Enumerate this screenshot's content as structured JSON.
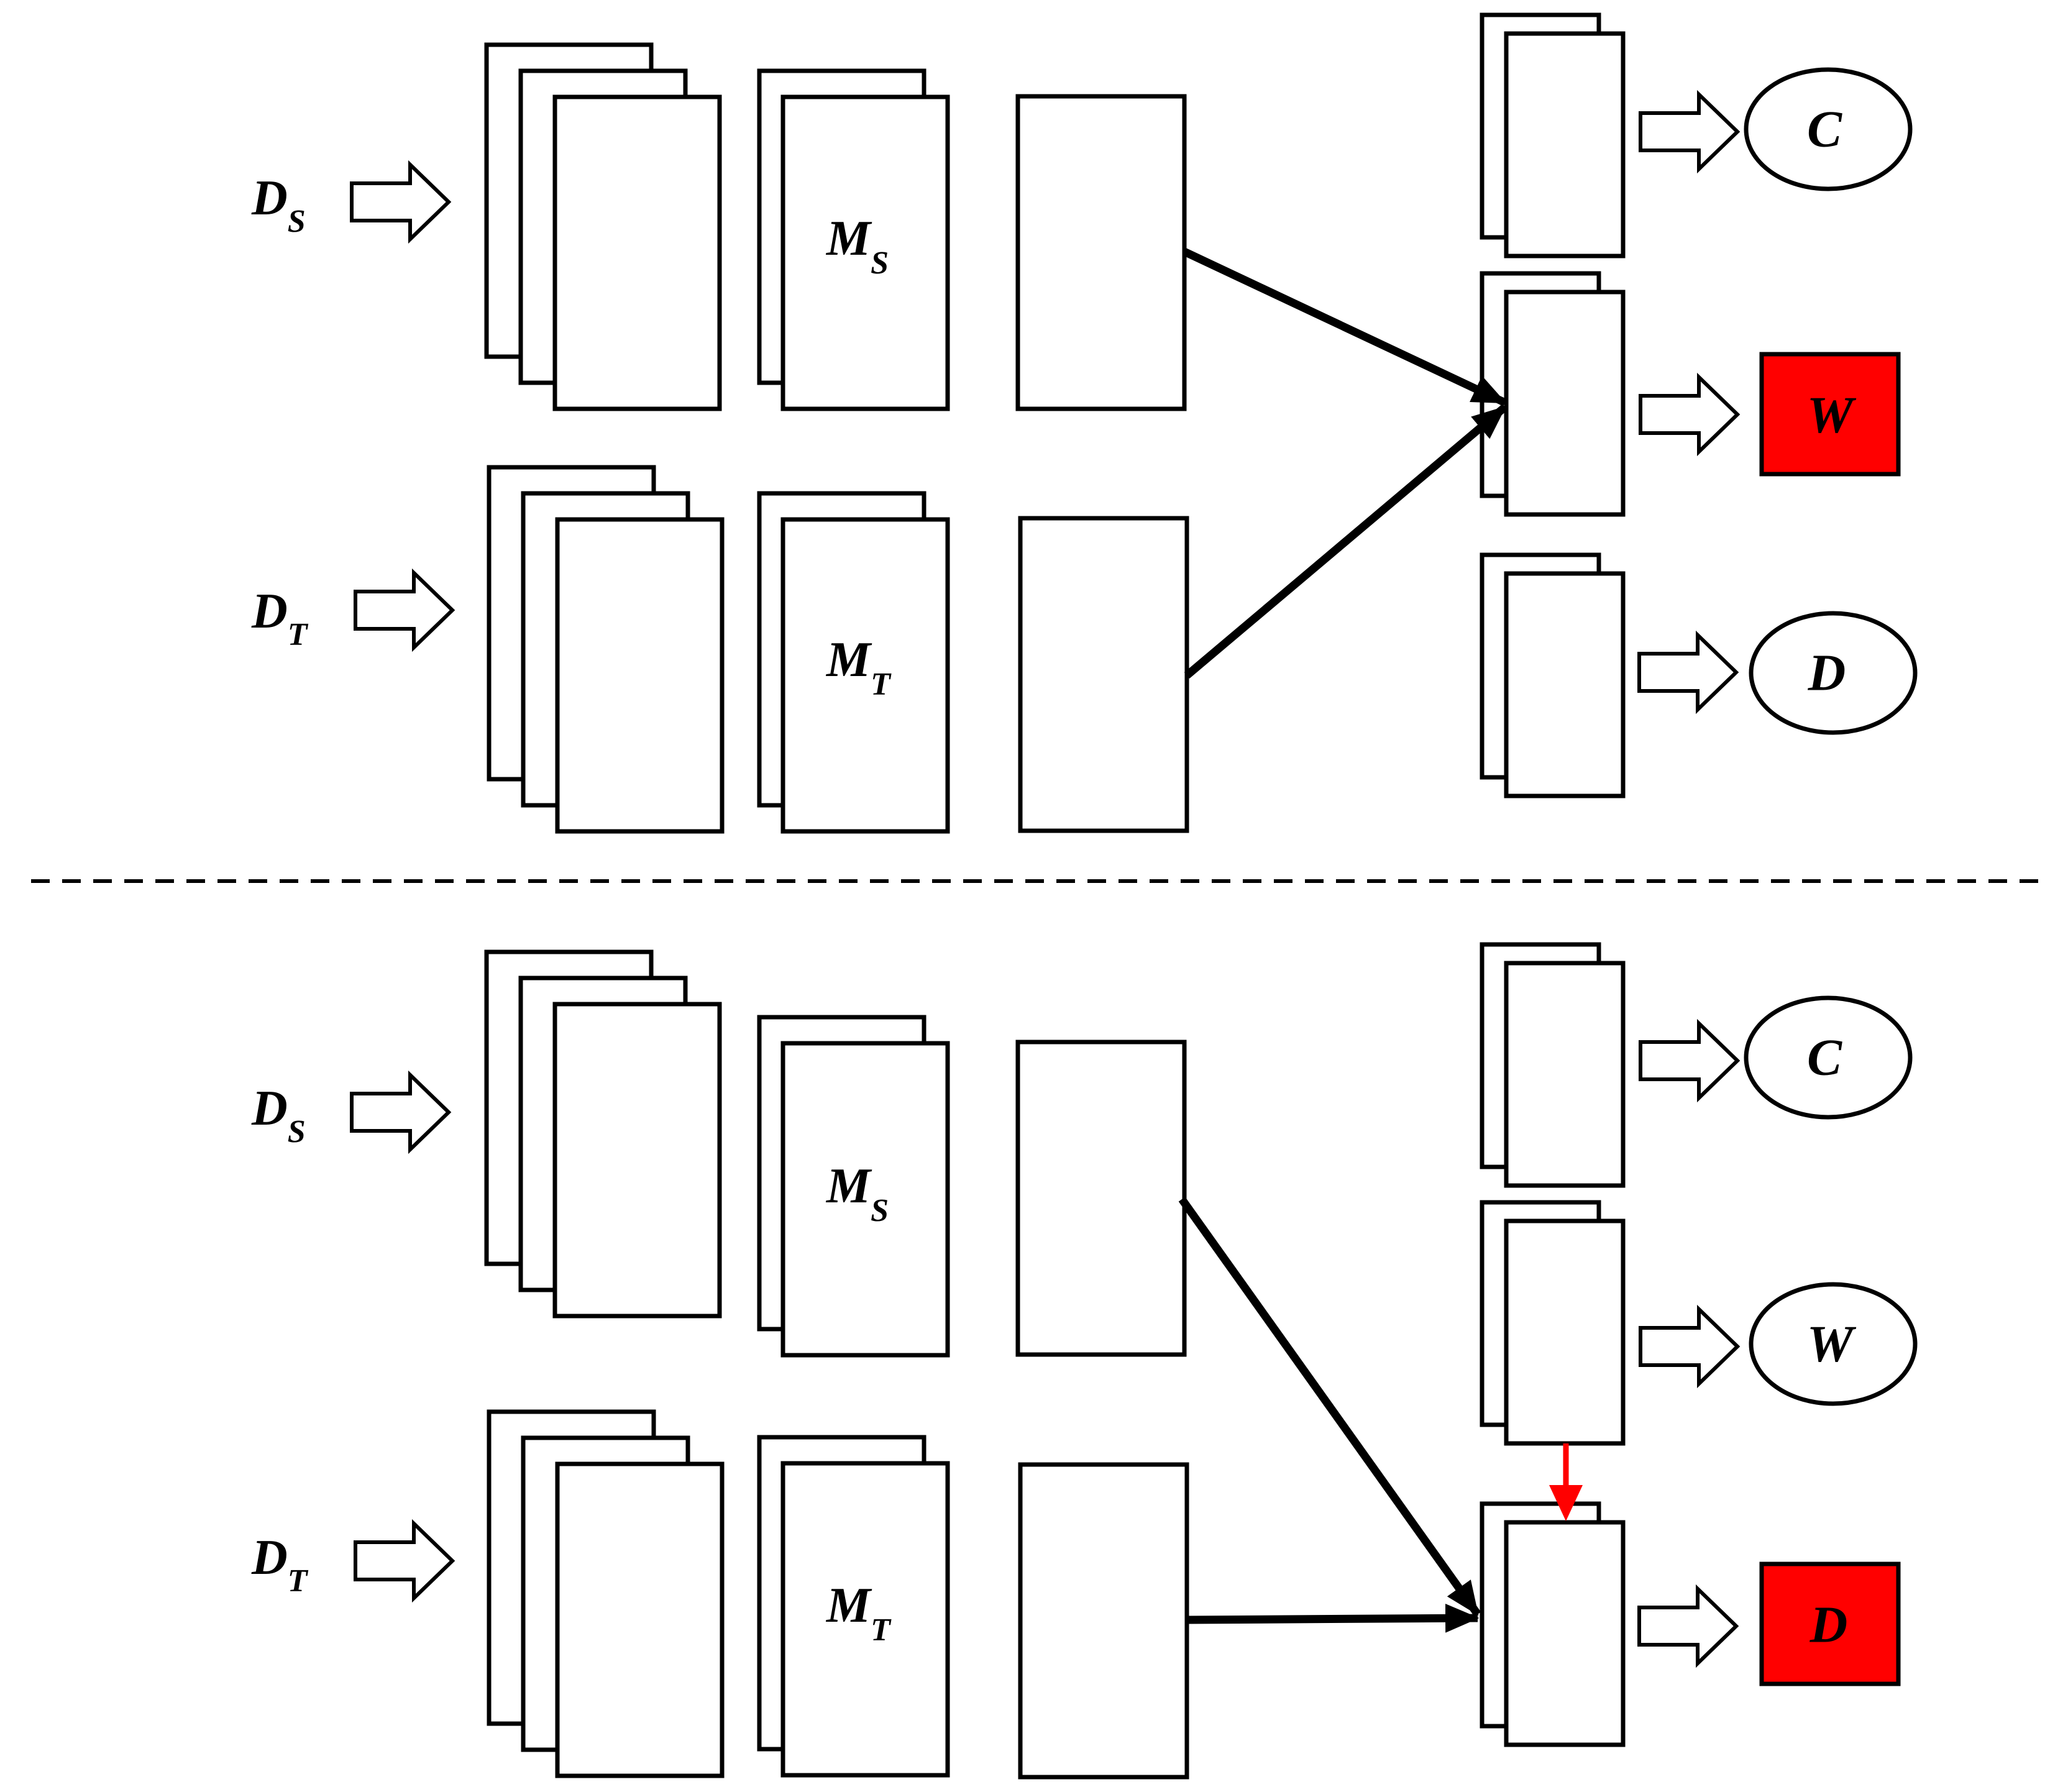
{
  "panels": [
    {
      "id": "top",
      "inputs": [
        {
          "main": "D",
          "sub": "S"
        },
        {
          "main": "D",
          "sub": "T"
        }
      ],
      "models": [
        {
          "main": "M",
          "sub": "S"
        },
        {
          "main": "M",
          "sub": "T"
        }
      ],
      "outputs": [
        {
          "label": "C",
          "shape": "ellipse",
          "highlight": false
        },
        {
          "label": "W",
          "shape": "square",
          "highlight": true
        },
        {
          "label": "D",
          "shape": "ellipse",
          "highlight": false
        }
      ],
      "target_output": "W"
    },
    {
      "id": "bottom",
      "inputs": [
        {
          "main": "D",
          "sub": "S"
        },
        {
          "main": "D",
          "sub": "T"
        }
      ],
      "models": [
        {
          "main": "M",
          "sub": "S"
        },
        {
          "main": "M",
          "sub": "T"
        }
      ],
      "outputs": [
        {
          "label": "C",
          "shape": "ellipse",
          "highlight": false
        },
        {
          "label": "W",
          "shape": "ellipse",
          "highlight": false
        },
        {
          "label": "D",
          "shape": "square",
          "highlight": true
        }
      ],
      "target_output": "D"
    }
  ],
  "colors": {
    "highlight_fill": "#ff0000",
    "transfer_arrow": "#ff0000",
    "stroke": "#000000",
    "background": "#ffffff"
  }
}
